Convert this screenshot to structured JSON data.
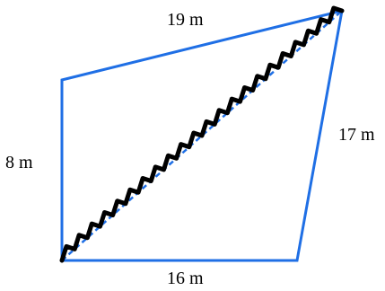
{
  "figure": {
    "labels": {
      "top": "19 m",
      "left": "8 m",
      "right": "17 m",
      "bottom": "16 m"
    },
    "colors": {
      "edges": "#1f6fe5",
      "zigzag": "#000000",
      "text": "#000000"
    },
    "zigzag_steps": 22
  }
}
